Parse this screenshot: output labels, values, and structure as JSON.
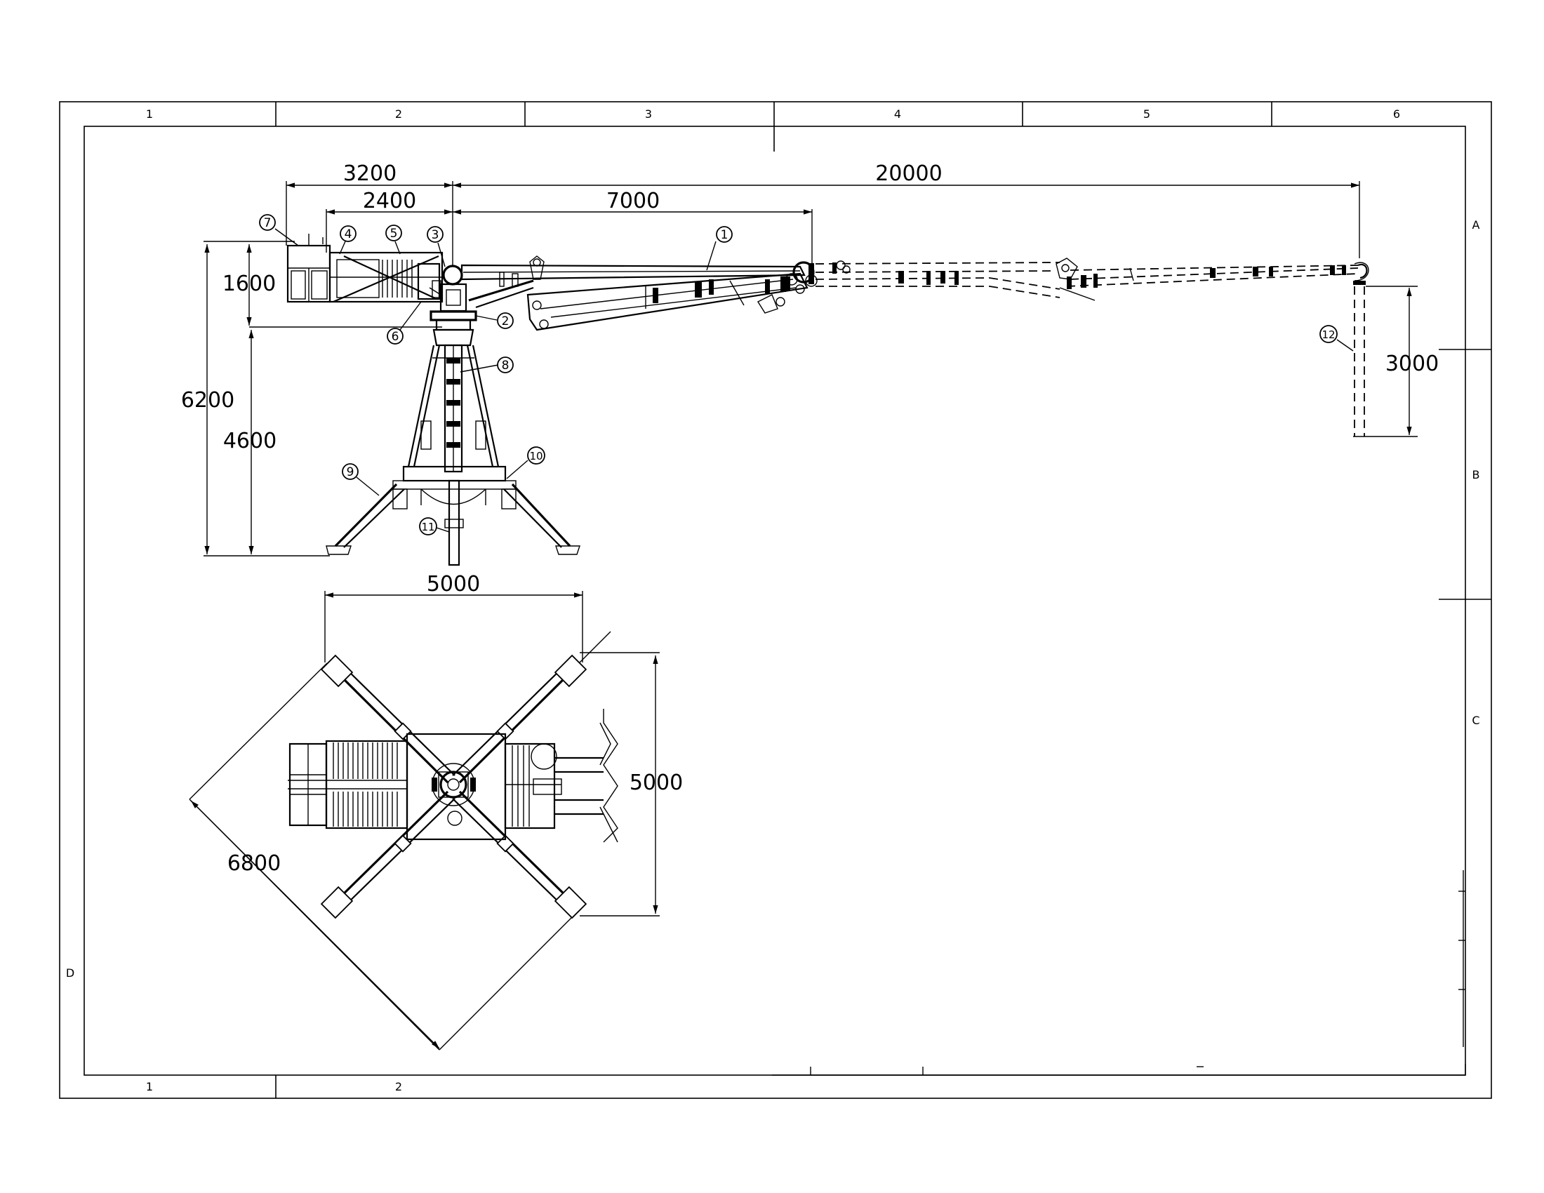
{
  "zones": {
    "columns": [
      "1",
      "2",
      "3",
      "4",
      "5",
      "6"
    ],
    "bottom_columns": [
      "1",
      "2"
    ],
    "rows": [
      "A",
      "B",
      "C",
      "D"
    ]
  },
  "dimensions": {
    "d3200": "3200",
    "d2400": "2400",
    "d7000": "7000",
    "d20000": "20000",
    "d1600": "1600",
    "d6200": "6200",
    "d4600": "4600",
    "d3000": "3000",
    "d5000_width": "5000",
    "d5000_height": "5000",
    "d6800": "6800"
  },
  "callouts": [
    "1",
    "2",
    "3",
    "4",
    "5",
    "6",
    "7",
    "8",
    "9",
    "10",
    "11",
    "12"
  ]
}
